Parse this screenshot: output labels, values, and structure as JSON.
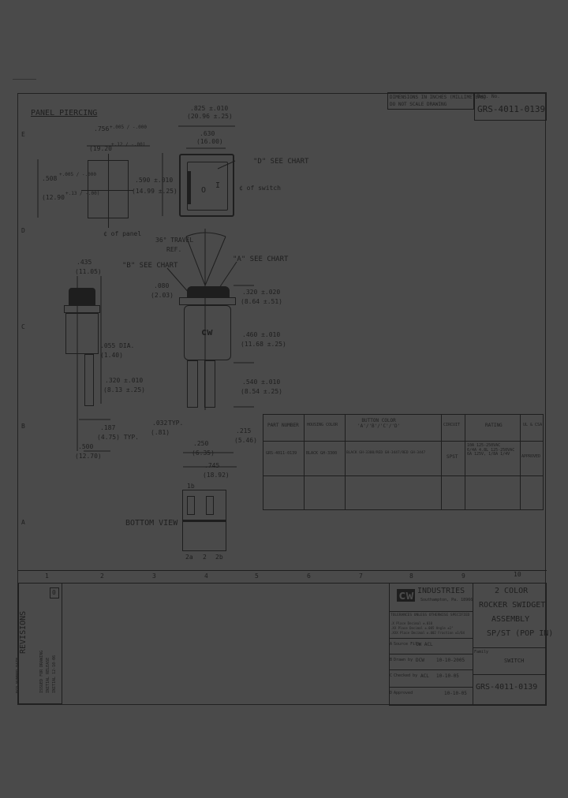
{
  "header": {
    "dimensions_note_1": "DIMENSIONS IN INCHES (MILLIMETERS)",
    "dimensions_note_2": "DO NOT SCALE DRAWING",
    "dwg_no_label": "Dwg. No.",
    "dwg_no": "GRS-4011-0139"
  },
  "grid": {
    "rows": [
      "E",
      "D",
      "C",
      "B",
      "A"
    ],
    "cols": [
      "1",
      "2",
      "3",
      "4",
      "5",
      "6",
      "7",
      "8",
      "9",
      "10"
    ]
  },
  "panel": {
    "title": "PANEL PIERCING",
    "width_dim": ".756",
    "width_tol": "+.005 / -.000",
    "width_mm": "(19.20",
    "width_mm_tol": "+.12 / -.00)",
    "height_dim": ".508",
    "height_tol": "+.005 / -.000",
    "height_mm": "(12.90",
    "height_mm_tol": "+.13 / -.00)",
    "axis_note": "¢ of panel"
  },
  "front": {
    "outer_dim": ".825 ±.010",
    "outer_mm": "(20.96 ±.25)",
    "inner_dim": ".630",
    "inner_mm": "(16.00)",
    "height_dim": ".590 ±.010",
    "height_mm": "(14.99 ±.25)",
    "callout_d": "\"D\" SEE CHART",
    "switch_axis": "¢ of switch",
    "mark_off": "O",
    "mark_on": "I"
  },
  "side": {
    "top_dim": ".435",
    "top_mm": "(11.05)",
    "hole_dim": ".055 DIA.",
    "hole_mm": "(1.40)",
    "pin_dim": ".320 ±.010",
    "pin_mm": "(8.13 ±.25)",
    "tip_dim": ".187",
    "tip_mm": "(4.75) TYP.",
    "base_dim": ".500",
    "base_mm": "(12.70)"
  },
  "rocker": {
    "travel": "36° TRAVEL",
    "ref": "REF.",
    "callout_b": "\"B\" SEE CHART",
    "callout_a": "\"A\" SEE CHART",
    "bezel_dim": ".080",
    "bezel_mm": "(2.03)",
    "logo": "cw",
    "top_dim": ".320 ±.020",
    "top_mm": "(8.64 ±.51)",
    "mid_dim": ".460 ±.010",
    "mid_mm": "(11.68 ±.25)",
    "body_dim": ".540 ±.010",
    "body_mm": "(8.54 ±.25)",
    "gap_dim": ".032",
    "gap_mm": "(.81)",
    "gap_note": "TYP.",
    "term_dim": ".215",
    "term_mm": "(5.46)",
    "width_dim": ".250",
    "width_mm": "(6.35)",
    "overall_dim": ".745",
    "overall_mm": "(18.92)"
  },
  "bottom": {
    "title": "BOTTOM VIEW",
    "top_label": "1b",
    "labels": [
      "2a",
      "2",
      "2b"
    ]
  },
  "chart": {
    "headers": [
      "PART NUMBER",
      "HOUSING COLOR",
      "BUTTON COLOR\n'A'/'B'/'C'/'D'",
      "CIRCUIT",
      "RATING",
      "UL & CSA"
    ],
    "rows": [
      [
        "GRS-4011-0139",
        "BLACK GH-3300",
        "BLACK GH-3300/RED GH-3447/RED GH-3447",
        "SPST",
        "10A 125-250VAC\n6/4A 4.8L 125-250VAC\n6A 125V, 1/8A 1/4V",
        "APPROVED"
      ],
      [
        "",
        "",
        "",
        "",
        "",
        ""
      ]
    ]
  },
  "revisions": {
    "title": "REVISIONS",
    "rev_box": "0",
    "notes": [
      "ECO NUMBER  DATE",
      "ISSUED FOR DRAWING",
      "INITIAL RELEASE"
    ],
    "entry": "INITIAL   12-10-06"
  },
  "title_block": {
    "company": "INDUSTRIES",
    "location": "Southampton, Pa. 18966",
    "logo": "cw",
    "tolerance_note": "TOLERANCES UNLESS OTHERWISE SPECIFIED",
    "tolerances": [
      ".X  Place Decimal  ±.010",
      ".XX  Place Decimal  ±.005   Angle  ±1°",
      ".XXX  Place Decimal  ±.002   Fraction  ±1/64"
    ],
    "title_lines": [
      "2 COLOR",
      "ROCKER SWIDGET",
      "ASSEMBLY",
      "SP/ST (POP IN)"
    ],
    "family_label": "Family",
    "family": "SWITCH",
    "dwg_no": "GRS-4011-0139",
    "sig_rows": [
      {
        "label": "Source File",
        "name": "CW  ACL",
        "date": ""
      },
      {
        "label": "Drawn by",
        "name": "DCW",
        "date": "10-10-2005"
      },
      {
        "label": "Checked by",
        "name": "ACL",
        "date": "10-10-05"
      },
      {
        "label": "Approved",
        "name": "",
        "date": "10-10-05"
      }
    ],
    "side_letters": [
      "A",
      "B",
      "C",
      "D"
    ]
  }
}
